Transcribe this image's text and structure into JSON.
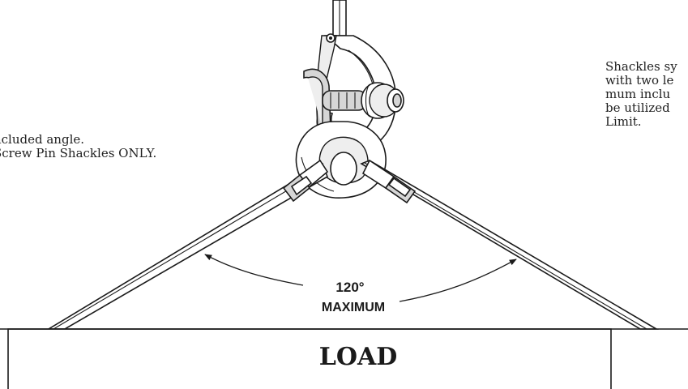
{
  "notes": {
    "left": [
      "ncluded angle.",
      "Screw Pin Shackles ONLY."
    ],
    "right": [
      "Shackles sy",
      "with two le",
      "mum inclu",
      "be utilized",
      "Limit."
    ]
  },
  "angle_label": {
    "value": "120°",
    "word": "MAXIMUM"
  },
  "load_label": "LOAD"
}
